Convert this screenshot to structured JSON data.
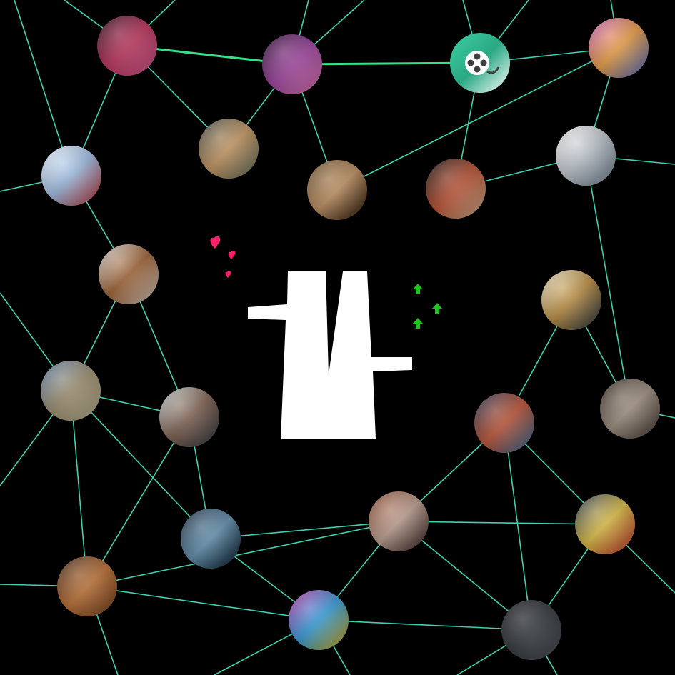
{
  "app": {
    "background_color": "#000000",
    "edge_color": "#3fd0b0",
    "highlight_edge_color": "#35e08a",
    "logo_color": "#ffffff",
    "heart_color": "#ff1f6a",
    "arrow_color": "#22c022"
  },
  "nodes": [
    {
      "id": "dancer",
      "label": "dancer-photo",
      "icon": "dancer-image",
      "colors": [
        "#2a0a1a",
        "#c0305a",
        "#e06aa0"
      ]
    },
    {
      "id": "plasma",
      "label": "plasma-ball-photo",
      "icon": "plasma-ball-image",
      "colors": [
        "#2a0a30",
        "#a040a0",
        "#f08ac0"
      ]
    },
    {
      "id": "film",
      "label": "film-reel-icon",
      "icon": "film-reel-icon",
      "colors": [
        "#3ecfa0",
        "#2aa884",
        "#ffffff"
      ]
    },
    {
      "id": "holi",
      "label": "holi-colors-photo",
      "icon": "color-powder-image",
      "colors": [
        "#c060c0",
        "#f0a040",
        "#6080e0"
      ]
    },
    {
      "id": "anime",
      "label": "anime-character-art",
      "icon": "anime-girl-image",
      "colors": [
        "#e8eef8",
        "#a0c0e8",
        "#d04040"
      ]
    },
    {
      "id": "dog",
      "label": "golden-dog-photo",
      "icon": "dog-image",
      "colors": [
        "#404848",
        "#c89860",
        "#708070"
      ]
    },
    {
      "id": "leo",
      "label": "laughing-man-photo",
      "icon": "man-portrait-image",
      "colors": [
        "#6a5030",
        "#c09060",
        "#302010"
      ]
    },
    {
      "id": "flowers",
      "label": "flower-painting",
      "icon": "flower-still-life-image",
      "colors": [
        "#100c08",
        "#c05030",
        "#e0c0a0"
      ]
    },
    {
      "id": "desk",
      "label": "desk-setup-photo",
      "icon": "workspace-image",
      "colors": [
        "#f0ece8",
        "#c0c8d0",
        "#8090a0"
      ]
    },
    {
      "id": "cat",
      "label": "cat-photo",
      "icon": "cat-image",
      "colors": [
        "#d0d0d0",
        "#a06030",
        "#e8e0d8"
      ]
    },
    {
      "id": "arch",
      "label": "modern-architecture-photo",
      "icon": "building-image",
      "colors": [
        "#e0d8c0",
        "#c09040",
        "#304050"
      ]
    },
    {
      "id": "angkor",
      "label": "temple-photo",
      "icon": "temple-image",
      "colors": [
        "#6080a8",
        "#a09070",
        "#c8c0a0"
      ]
    },
    {
      "id": "office",
      "label": "office-team-photo",
      "icon": "office-image",
      "colors": [
        "#c0c8c8",
        "#806050",
        "#404850"
      ]
    },
    {
      "id": "circuit",
      "label": "circuit-board-photo",
      "icon": "circuit-image",
      "colors": [
        "#203050",
        "#c05030",
        "#4080b0"
      ]
    },
    {
      "id": "engine",
      "label": "mechanical-engine-photo",
      "icon": "machine-image",
      "colors": [
        "#302820",
        "#a09080",
        "#504840"
      ]
    },
    {
      "id": "code",
      "label": "code-screen-photo",
      "icon": "code-image",
      "colors": [
        "#203040",
        "#6090b0",
        "#102030"
      ]
    },
    {
      "id": "forest",
      "label": "redwood-forest-photo",
      "icon": "forest-image",
      "colors": [
        "#8a4a30",
        "#c0a090",
        "#403030"
      ]
    },
    {
      "id": "doodle",
      "label": "space-doodle-art",
      "icon": "rocket-doodle-image",
      "colors": [
        "#283858",
        "#e0c040",
        "#d04040"
      ]
    },
    {
      "id": "reader",
      "label": "library-reader-photo",
      "icon": "reading-image",
      "colors": [
        "#402818",
        "#c07030",
        "#805030"
      ]
    },
    {
      "id": "roses",
      "label": "rainbow-roses-photo",
      "icon": "roses-image",
      "colors": [
        "#c030a0",
        "#30a0e0",
        "#f0c020"
      ]
    },
    {
      "id": "night",
      "label": "night-sky-photo",
      "icon": "night-sky-image",
      "colors": [
        "#1a1c20",
        "#30343a",
        "#5a5e66"
      ]
    }
  ]
}
